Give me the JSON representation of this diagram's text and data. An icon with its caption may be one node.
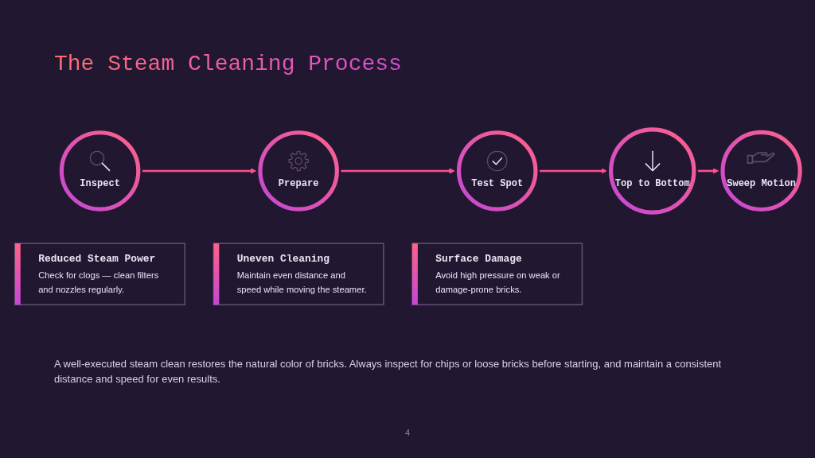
{
  "diagram": {
    "title": "The Steam Cleaning Process",
    "nodes": [
      {
        "text": [
          "Inspect"
        ]
      },
      {
        "text": [
          "Prepare"
        ]
      },
      {
        "text": [
          "Test Spot"
        ]
      },
      {
        "text": [
          "Top to Bottom"
        ]
      },
      {
        "text": [
          "Sweep Motion"
        ]
      },
      {
        "text": [
          "Reduced Steam Power",
          "Check for clogs — clean filters and nozzles regularly."
        ]
      },
      {
        "text": [
          "Uneven Cleaning",
          "Maintain even distance and speed while moving the steamer."
        ]
      },
      {
        "text": [
          "Surface Damage",
          "Avoid high pressure on weak or damage-prone bricks."
        ]
      }
    ],
    "edges": [
      {
        "from": 0,
        "to": 1,
        "arrow": "to"
      },
      {
        "from": 1,
        "to": 2,
        "arrow": "to"
      },
      {
        "from": 2,
        "to": 3,
        "arrow": "to"
      },
      {
        "from": 3,
        "to": 4,
        "arrow": "to"
      }
    ],
    "labels": [
      "A well-executed steam clean restores the natural color of bricks. Always inspect for chips or loose bricks before starting, and maintain a consistent distance and speed for even results.",
      "4"
    ]
  }
}
